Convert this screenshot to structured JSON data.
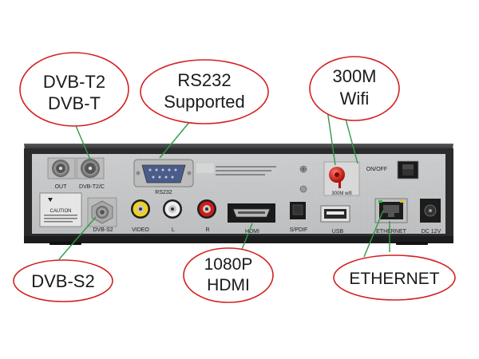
{
  "callouts": {
    "dvb_t": [
      "DVB-T2",
      "DVB-T"
    ],
    "rs232": [
      "RS232",
      "Supported"
    ],
    "wifi": [
      "300M",
      "Wifi"
    ],
    "dvb_s2": "DVB-S2",
    "hdmi": [
      "1080P",
      "HDMI"
    ],
    "ethernet": "ETHERNET"
  },
  "panel_labels": {
    "out": "OUT",
    "dvb_t2c": "DVB-T2/C",
    "rs232": "RS232",
    "dvb_s2": "DVB-S2",
    "video": "VIDEO",
    "l": "L",
    "r": "R",
    "hdmi": "HDMI",
    "spdif": "S/PDIF",
    "usb": "USB",
    "ethernet": "ETHERNET",
    "dc": "DC 12V",
    "on_off": "ON/OFF",
    "wifi_antenna": "300M wifi",
    "caution": "CAUTION"
  },
  "colors": {
    "callout_ring": "#d42020",
    "leader_line": "#2e9a4a",
    "chassis": "#3b3b3d",
    "panel": "#c9cbcc"
  }
}
